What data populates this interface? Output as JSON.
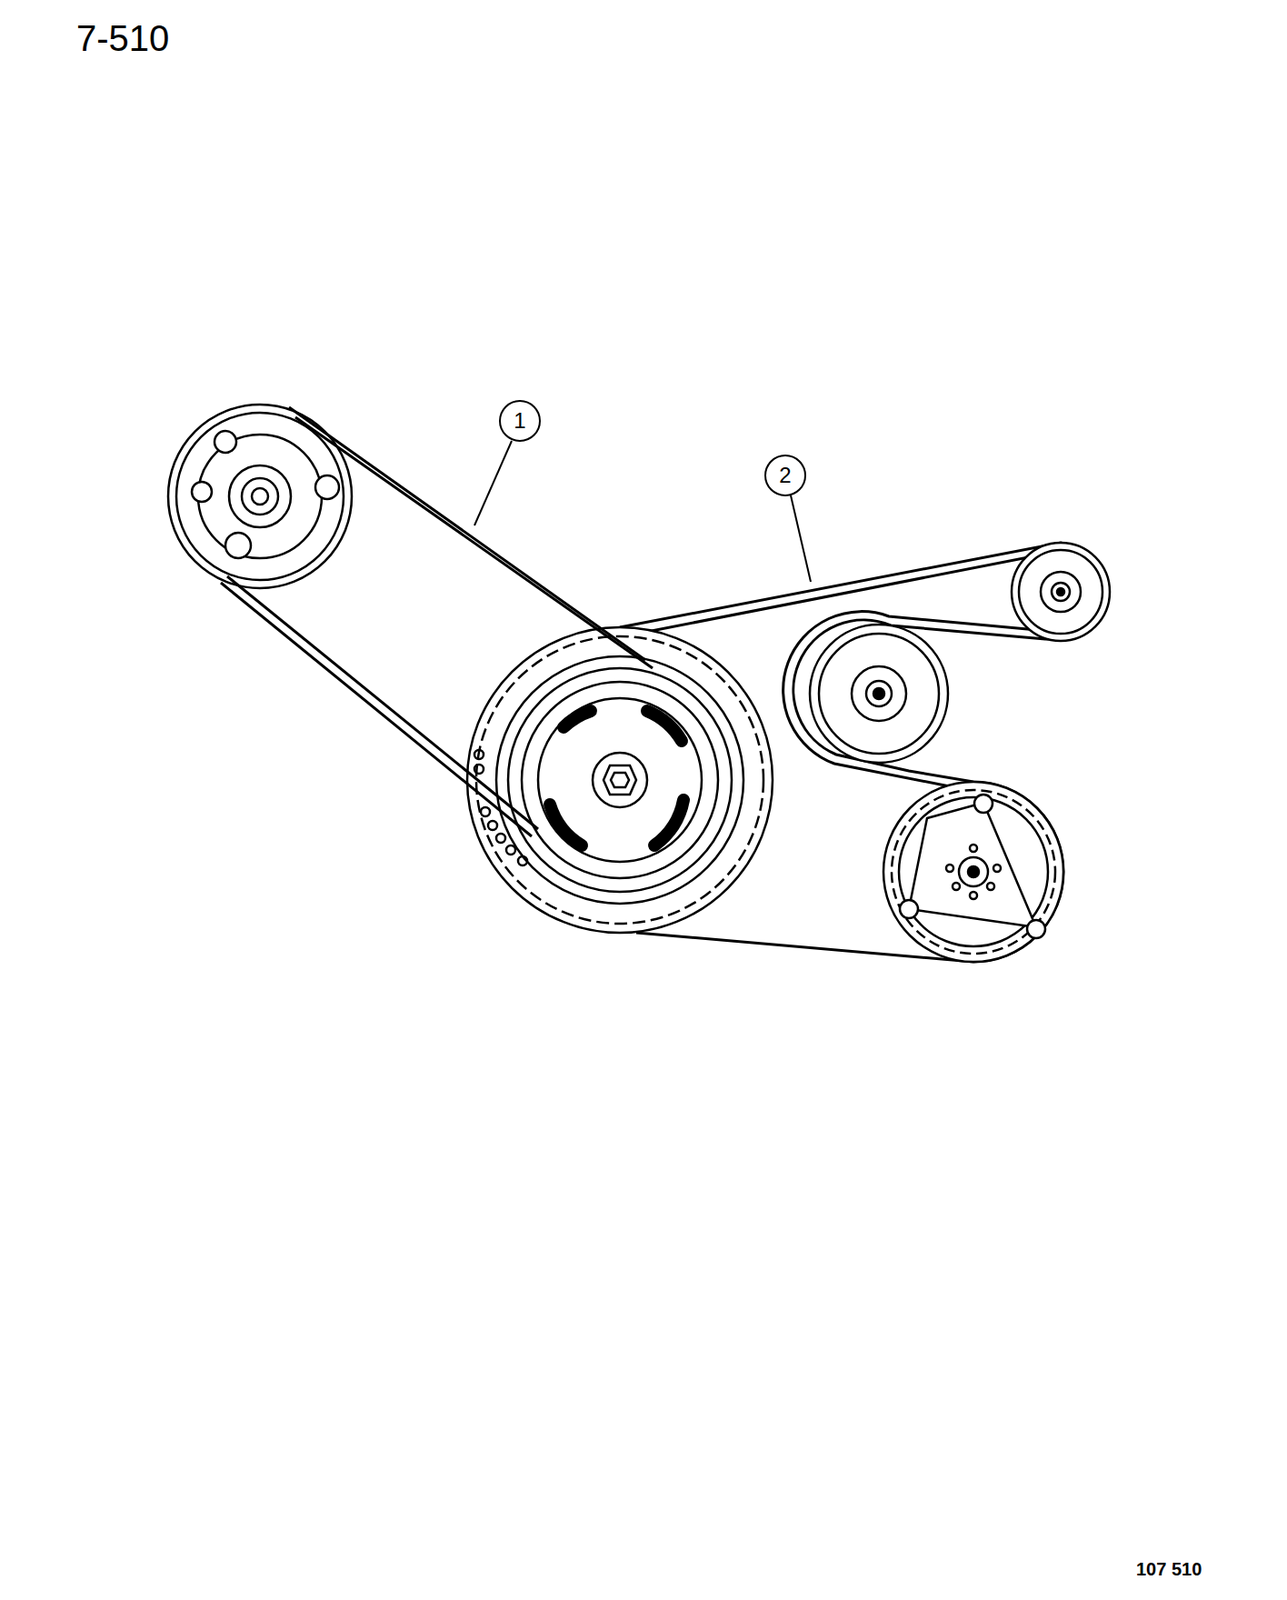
{
  "diagram": {
    "labels": [
      "7-510",
      "1",
      "2",
      "107 510"
    ]
  }
}
